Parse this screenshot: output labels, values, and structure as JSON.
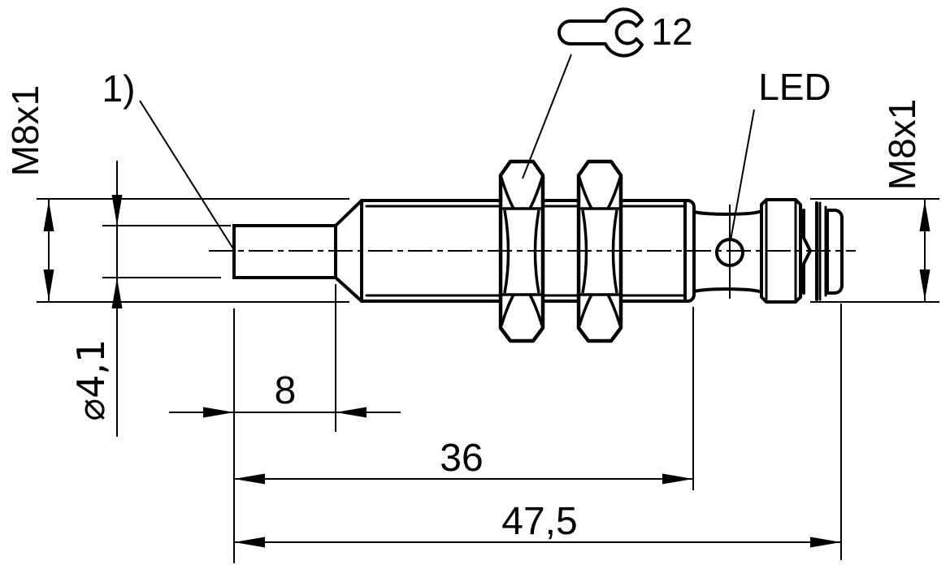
{
  "drawing": {
    "type": "technical-dimension-drawing",
    "subject": "M8 cylindrical inductive sensor with connector",
    "colors": {
      "line": "#000000",
      "background": "#ffffff"
    },
    "labels": {
      "note_ref": "1)",
      "wrench_size": "12",
      "led": "LED",
      "thread_left": "M8x1",
      "thread_right": "M8x1",
      "tip_diameter": "⌀4,1"
    },
    "dimensions": {
      "tip_length": "8",
      "thread_length": "36",
      "total_length": "47,5"
    }
  }
}
